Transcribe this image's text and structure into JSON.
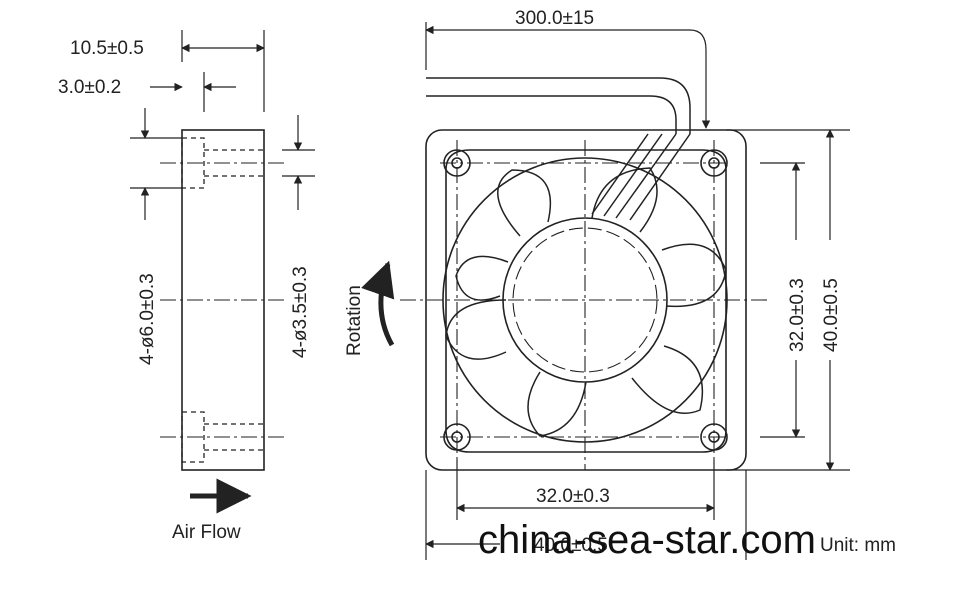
{
  "dimensions": {
    "side_width": "10.5±0.5",
    "side_lip": "3.0±0.2",
    "side_hole_large": "4-ø6.0±0.3",
    "side_hole_small": "4-ø3.5±0.3",
    "cable_length": "300.0±15",
    "hole_pitch_vertical": "32.0±0.3",
    "body_height": "40.0±0.5",
    "hole_pitch_horizontal": "32.0±0.3",
    "body_width_partial": "40.0±0.5"
  },
  "labels": {
    "rotation": "Rotation",
    "air_flow": "Air Flow",
    "unit": "Unit: mm"
  },
  "watermark": "china-sea-star.com",
  "colors": {
    "line": "#222222",
    "background": "#ffffff"
  }
}
